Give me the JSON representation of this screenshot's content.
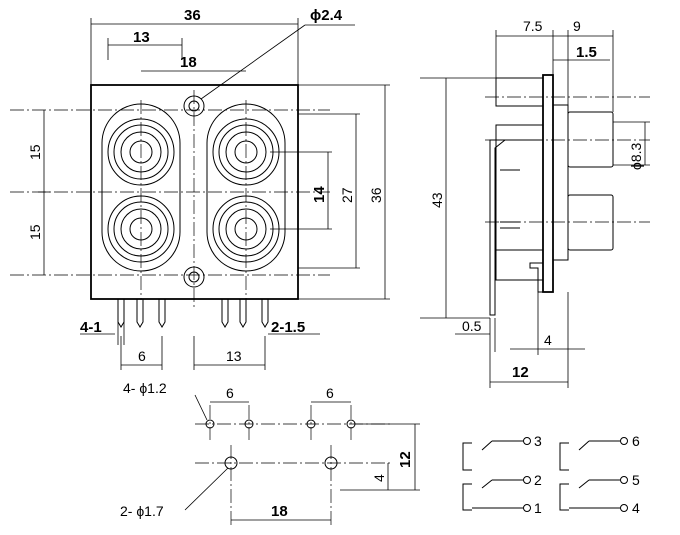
{
  "front_view": {
    "width": "36",
    "spacing_top": "13",
    "spacing_mid": "18",
    "mount_hole": "ϕ2.4",
    "pitch_upper": "15",
    "pitch_lower": "15",
    "jack_spacing": "14",
    "inner_height": "27",
    "height": "36",
    "pin_width": "4-1",
    "pin_thickness": "2-1.5",
    "pin_gap_left": "6",
    "pin_gap_right": "13"
  },
  "side_view": {
    "depth_a": "7.5",
    "depth_b": "9",
    "flange": "1.5",
    "barrel_dia": "ϕ8.3",
    "height": "43",
    "pin_offset": "0.5",
    "pin_len": "4",
    "base": "12"
  },
  "pcb_layout": {
    "small_holes": "4- ϕ1.2",
    "large_holes": "2- ϕ1.7",
    "gap_left": "6",
    "gap_right": "6",
    "row_pitch": "12",
    "row_offset": "4",
    "mount_pitch": "18"
  },
  "schematic": {
    "terminals": [
      "3",
      "2",
      "1",
      "6",
      "5",
      "4"
    ]
  }
}
